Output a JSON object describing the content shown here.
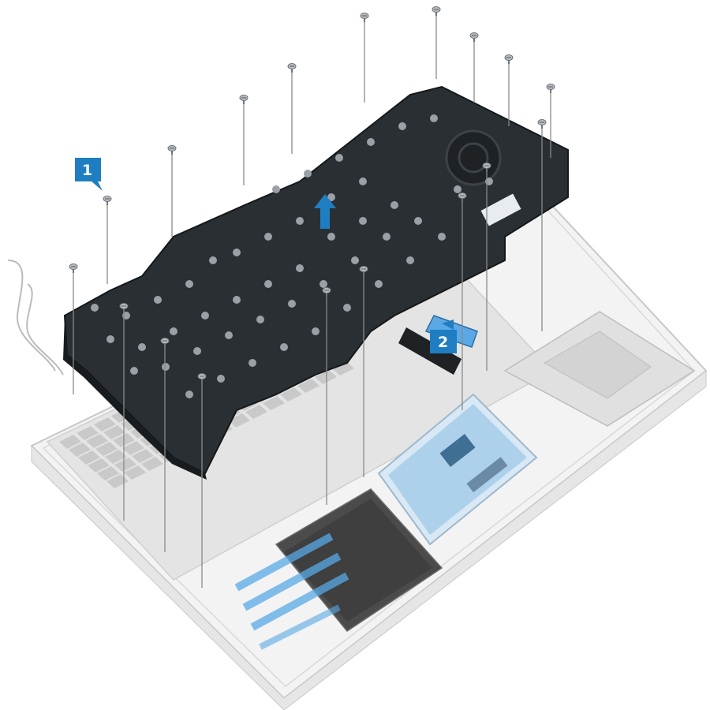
{
  "steps": [
    {
      "number": "1"
    },
    {
      "number": "2"
    }
  ],
  "colors": {
    "badge": "#1e7ec1",
    "arrow": "#1e7ec1",
    "plate": "#2a2f33",
    "chassis_fill": "#f2f2f2",
    "chassis_line": "#c9c9c9",
    "ghost_key": "#cfcfcf",
    "touchpad": "#2c8ad0",
    "ribbon": "#5aa9e6",
    "leader_line": "#8a8a8a",
    "screw": "#9aa0a6"
  },
  "icons": {
    "direction": "up-arrow",
    "screw": "screw-icon"
  }
}
